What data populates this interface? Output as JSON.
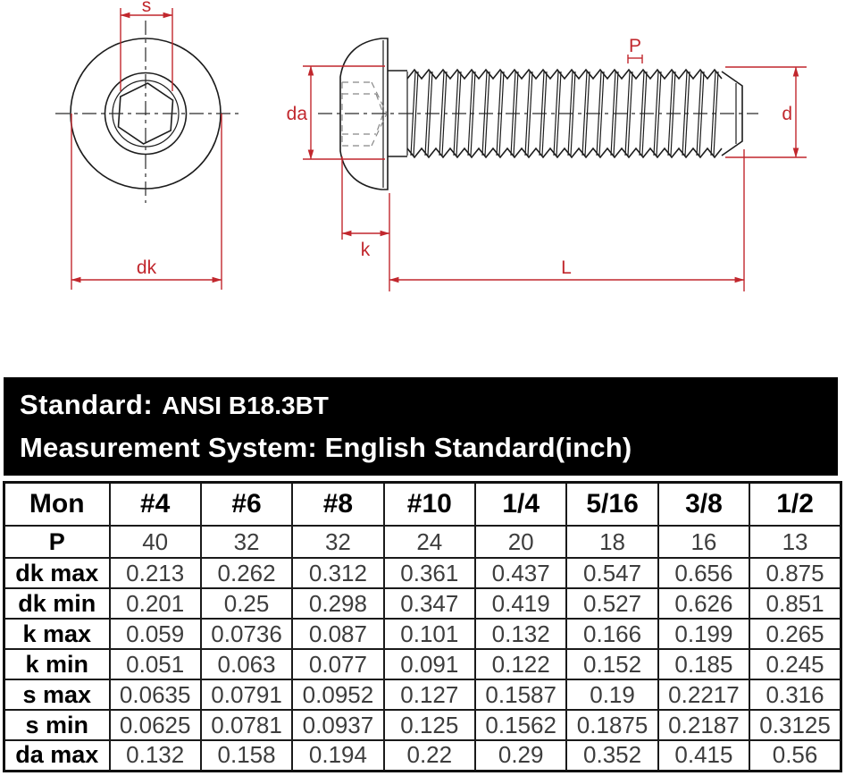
{
  "colors": {
    "accent": "#c1272d",
    "line": "#1c1c1c",
    "banner_bg": "#000000"
  },
  "drawing": {
    "labels": {
      "s": "s",
      "dk": "dk",
      "da": "da",
      "k": "k",
      "p": "P",
      "d": "d",
      "l": "L"
    }
  },
  "banner": {
    "standard_label": "Standard:",
    "standard_value": "ANSI B18.3BT",
    "measurement": "Measurement System: English Standard(inch)"
  },
  "table": {
    "header": [
      "Mon",
      "#4",
      "#6",
      "#8",
      "#10",
      "1/4",
      "5/16",
      "3/8",
      "1/2"
    ],
    "rows": [
      {
        "label": "P",
        "values": [
          "40",
          "32",
          "32",
          "24",
          "20",
          "18",
          "16",
          "13"
        ]
      },
      {
        "label": "dk max",
        "values": [
          "0.213",
          "0.262",
          "0.312",
          "0.361",
          "0.437",
          "0.547",
          "0.656",
          "0.875"
        ]
      },
      {
        "label": "dk min",
        "values": [
          "0.201",
          "0.25",
          "0.298",
          "0.347",
          "0.419",
          "0.527",
          "0.626",
          "0.851"
        ]
      },
      {
        "label": "k max",
        "values": [
          "0.059",
          "0.0736",
          "0.087",
          "0.101",
          "0.132",
          "0.166",
          "0.199",
          "0.265"
        ]
      },
      {
        "label": "k min",
        "values": [
          "0.051",
          "0.063",
          "0.077",
          "0.091",
          "0.122",
          "0.152",
          "0.185",
          "0.245"
        ]
      },
      {
        "label": "s max",
        "values": [
          "0.0635",
          "0.0791",
          "0.0952",
          "0.127",
          "0.1587",
          "0.19",
          "0.2217",
          "0.316"
        ]
      },
      {
        "label": "s min",
        "values": [
          "0.0625",
          "0.0781",
          "0.0937",
          "0.125",
          "0.1562",
          "0.1875",
          "0.2187",
          "0.3125"
        ]
      },
      {
        "label": "da max",
        "values": [
          "0.132",
          "0.158",
          "0.194",
          "0.22",
          "0.29",
          "0.352",
          "0.415",
          "0.56"
        ]
      }
    ]
  }
}
